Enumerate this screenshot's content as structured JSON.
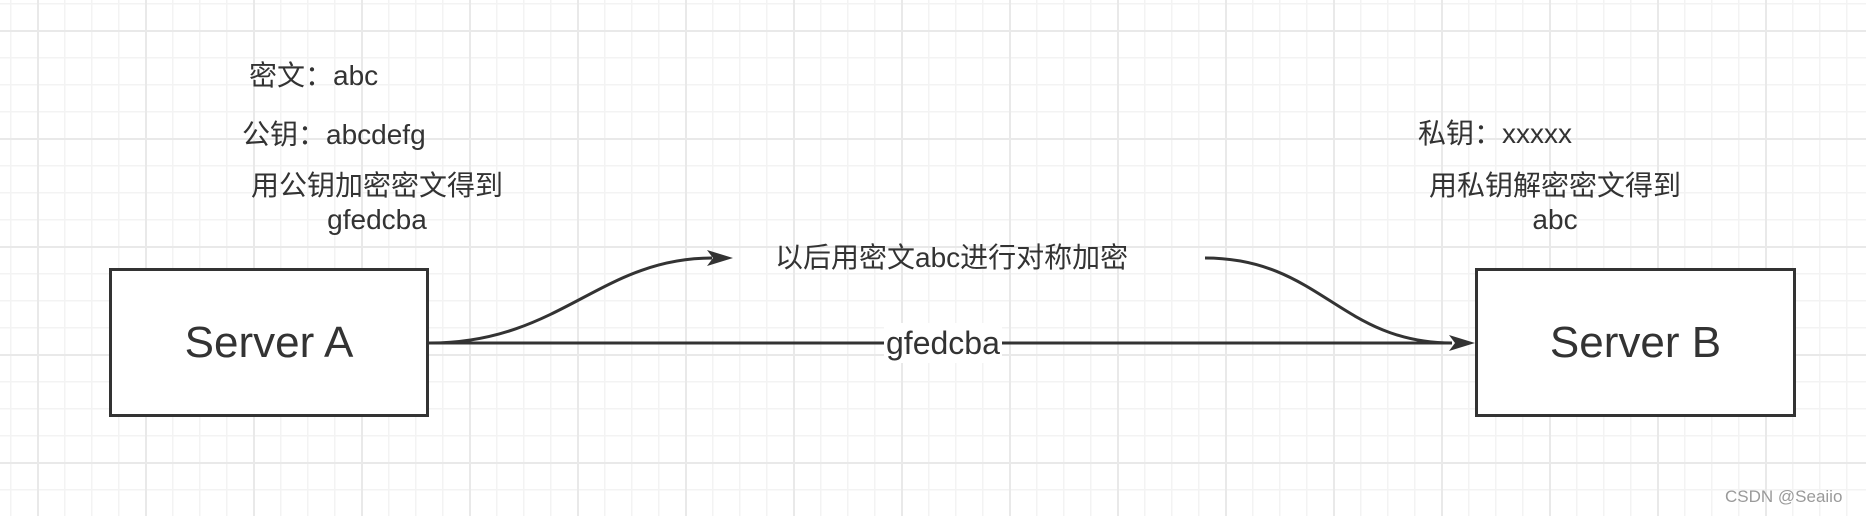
{
  "diagram": {
    "nodes": {
      "server_a": {
        "label": "Server A"
      },
      "server_b": {
        "label": "Server B"
      }
    },
    "annotations_a": {
      "ciphertext": "密文：abc",
      "public_key": "公钥：abcdefg",
      "encrypt_line1": "用公钥加密密文得到",
      "encrypt_line2": "gfedcba"
    },
    "annotations_b": {
      "private_key": "私钥：xxxxx",
      "decrypt_line1": "用私钥解密密文得到",
      "decrypt_line2": "abc"
    },
    "edges": {
      "direct_label": "gfedcba",
      "curved_label": "以后用密文abc进行对称加密"
    },
    "colors": {
      "stroke": "#333333",
      "grid_minor": "#f3f3f3",
      "grid_major": "#e9e9e9",
      "background": "#ffffff"
    }
  },
  "watermark": "CSDN @Seaiio"
}
